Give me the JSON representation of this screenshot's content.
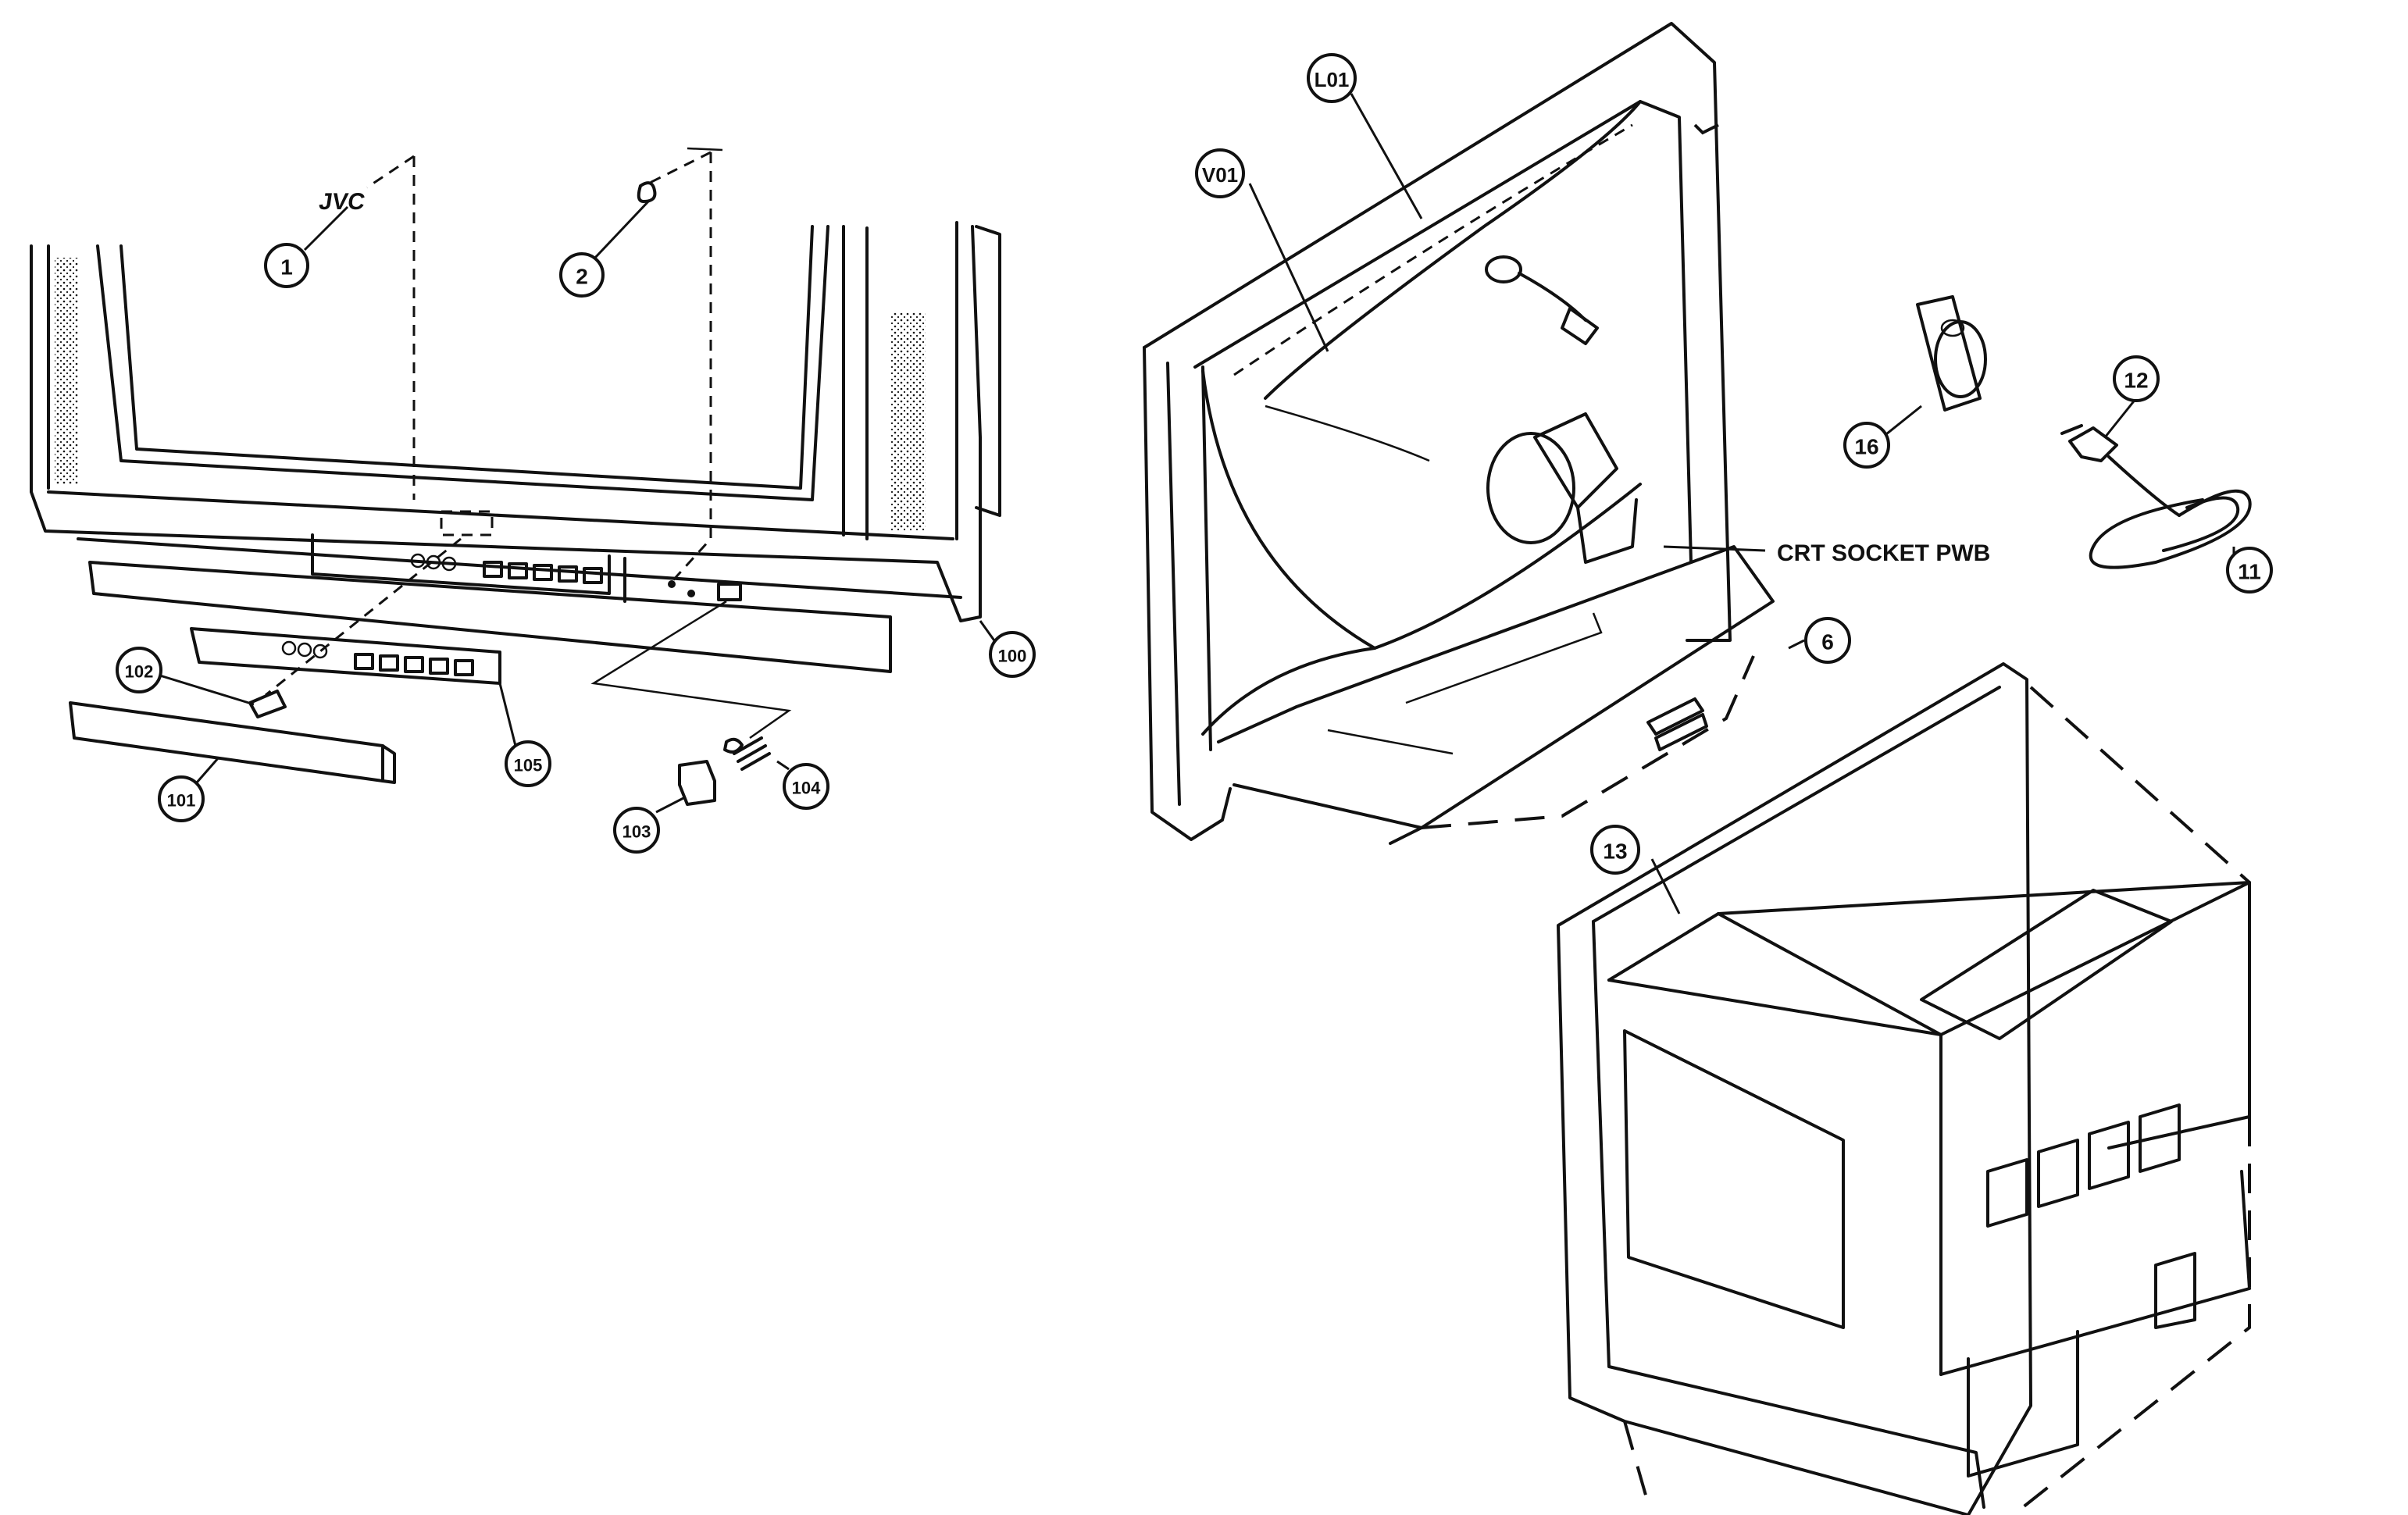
{
  "diagram": {
    "callouts": [
      {
        "id": "c1",
        "label": "1"
      },
      {
        "id": "c2",
        "label": "2"
      },
      {
        "id": "c100",
        "label": "100"
      },
      {
        "id": "c101",
        "label": "101"
      },
      {
        "id": "c102",
        "label": "102"
      },
      {
        "id": "c103",
        "label": "103"
      },
      {
        "id": "c104",
        "label": "104"
      },
      {
        "id": "c105",
        "label": "105"
      },
      {
        "id": "cL01",
        "label": "L01"
      },
      {
        "id": "cV01",
        "label": "V01"
      },
      {
        "id": "c6",
        "label": "6"
      },
      {
        "id": "c11",
        "label": "11"
      },
      {
        "id": "c12",
        "label": "12"
      },
      {
        "id": "c13",
        "label": "13"
      },
      {
        "id": "c16",
        "label": "16"
      }
    ],
    "text_labels": {
      "crt_socket": "CRT SOCKET PWB",
      "logo": "JVC"
    }
  }
}
